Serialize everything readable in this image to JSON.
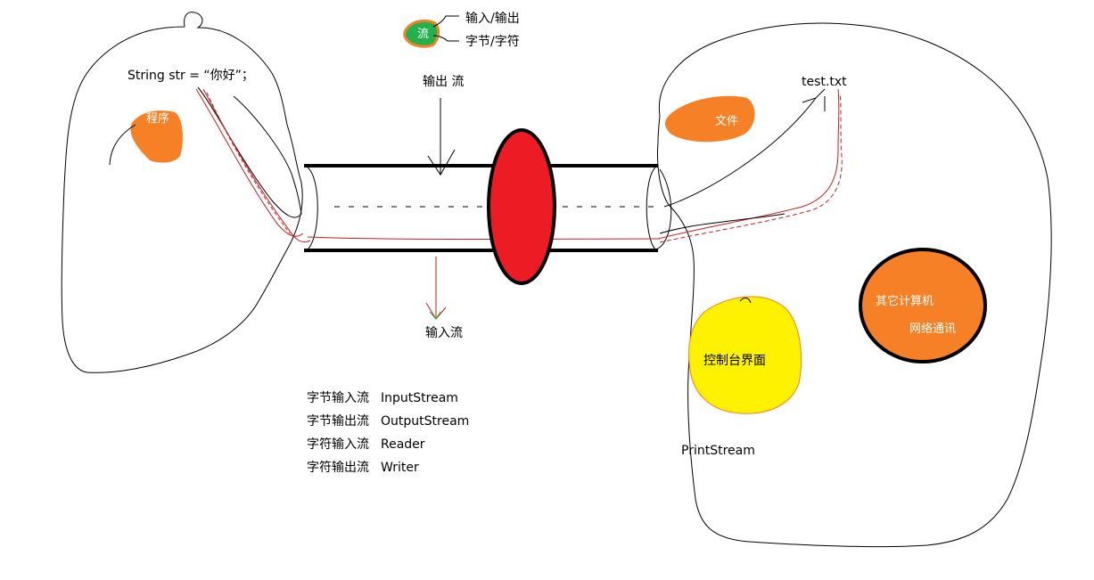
{
  "legend": {
    "stream_word": "流",
    "branch_1": "输入/输出",
    "branch_2": "字节/字符"
  },
  "program_side": {
    "code": "String str = “你好”；",
    "program_label": "程序"
  },
  "pipe": {
    "output_label": "输出 流",
    "input_label": "输入流"
  },
  "destinations": {
    "file_target": "test.txt",
    "file_label": "文件",
    "console_label": "控制台界面",
    "console_class": "PrintStream",
    "network_line_1": "其它计算机",
    "network_line_2": "网络通讯"
  },
  "stream_types": [
    {
      "kind": "字节输入流",
      "class": "InputStream"
    },
    {
      "kind": "字节输出流",
      "class": "OutputStream"
    },
    {
      "kind": "字符输入流",
      "class": "Reader"
    },
    {
      "kind": "字符输出流",
      "class": "Writer"
    }
  ],
  "colors": {
    "blob_orange": "#f58025",
    "valve_red": "#ed1c24",
    "legend_green": "#22b14c",
    "console_yellow": "#fff200",
    "sketch_red": "#c81e1e"
  }
}
